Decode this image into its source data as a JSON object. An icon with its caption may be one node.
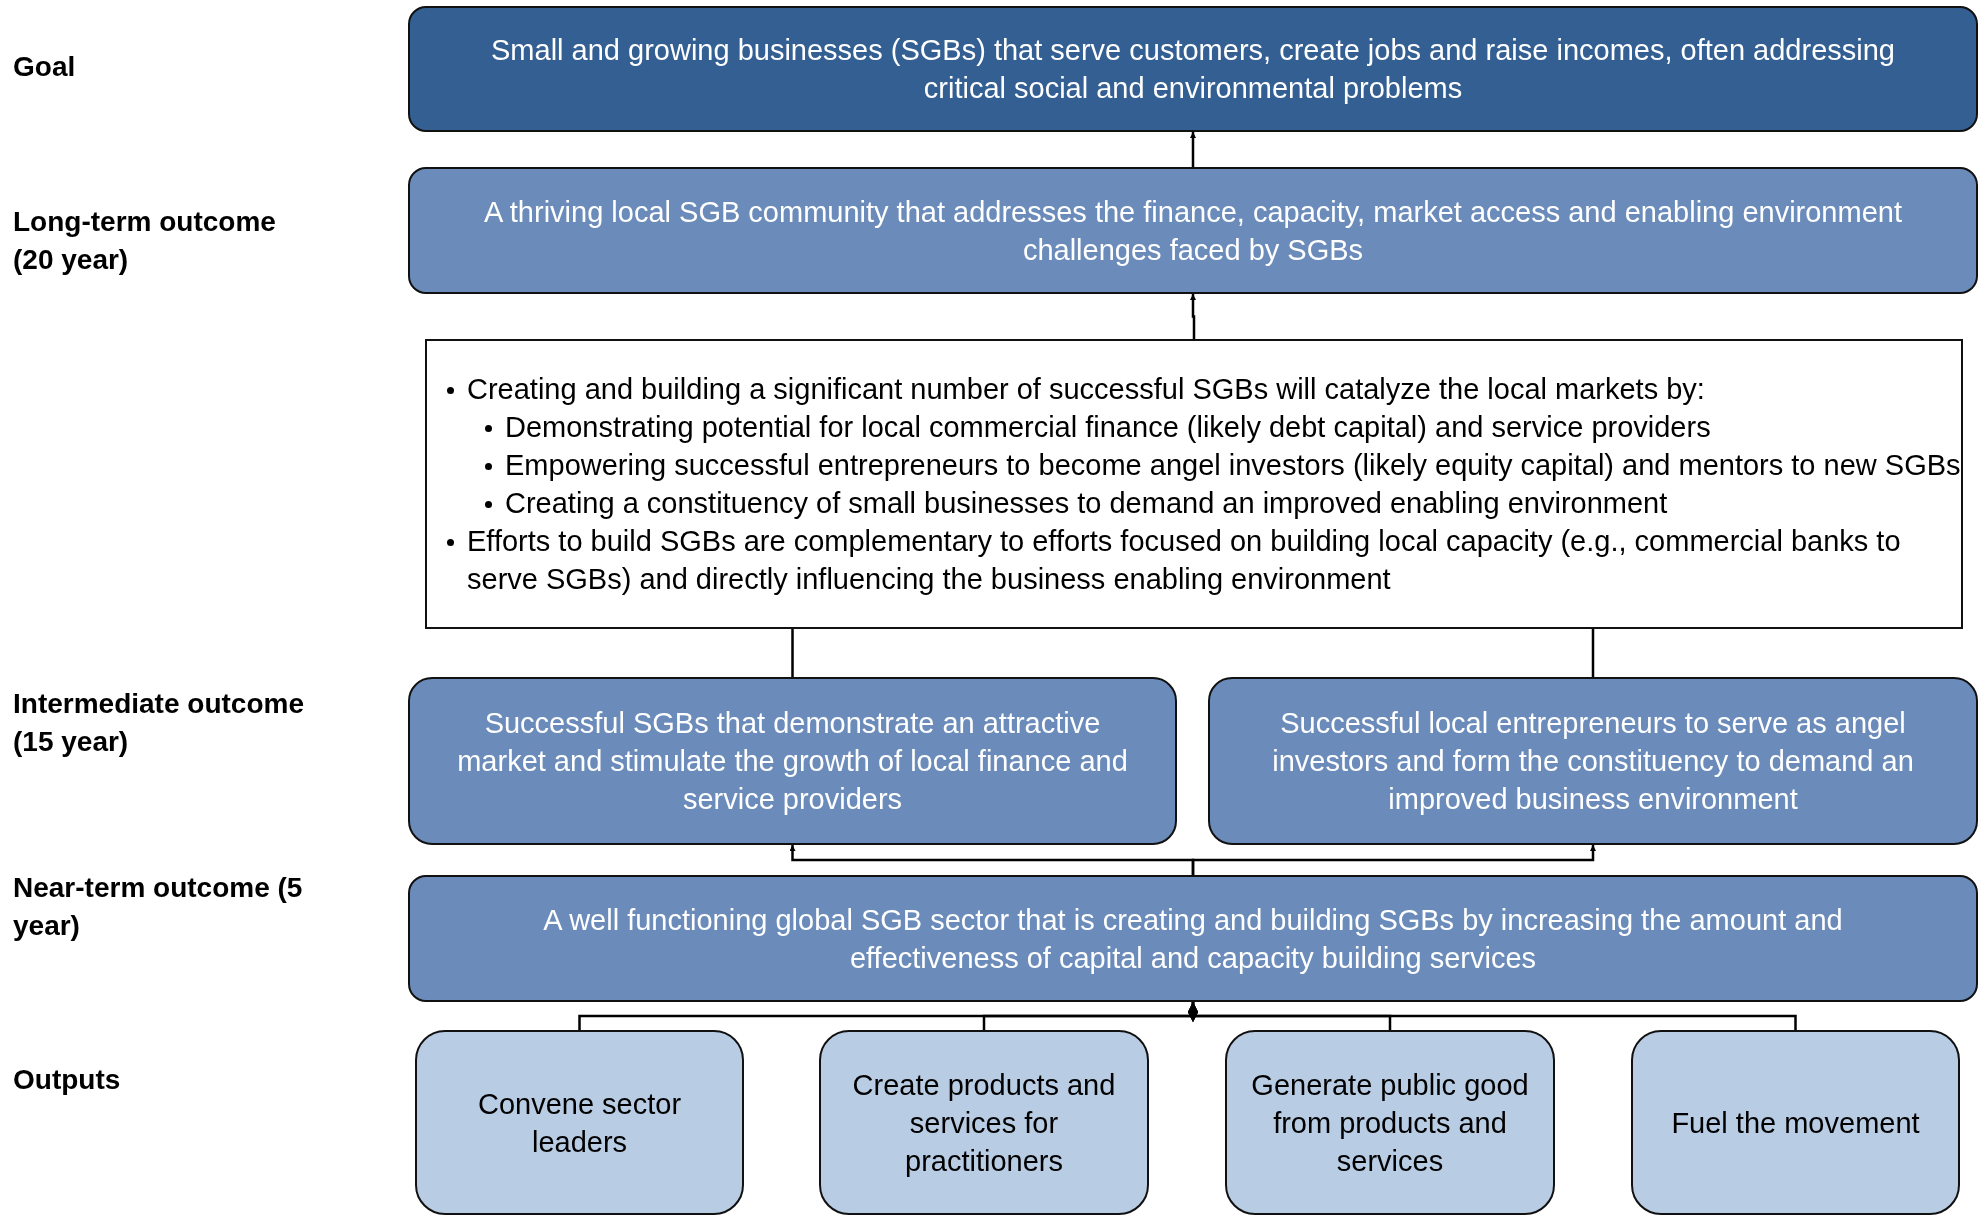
{
  "diagram": {
    "nodes": [
      {
        "text": [
          "Small and growing businesses (SGBs) that serve customers, create jobs and raise incomes, often addressing critical social and environmental problems"
        ]
      },
      {
        "text": [
          "A thriving local SGB community that addresses the finance, capacity, market access and enabling environment challenges faced by SGBs"
        ]
      },
      {
        "text": [
          "Creating and building  a significant number of successful SGBs will catalyze the local markets by:",
          "Demonstrating  potential for local commercial finance (likely debt capital) and service providers",
          "Empowering successful entrepreneurs to become angel investors (likely equity capital) and mentors to new SGBs",
          "Creating a constituency of small businesses to demand an improved enabling environment",
          "Efforts to build SGBs are complementary to efforts focused on building local capacity (e.g., commercial banks to serve SGBs) and directly influencing the  business enabling environment"
        ]
      },
      {
        "text": [
          "Successful SGBs that demonstrate an attractive market and stimulate the growth of local finance and service providers"
        ]
      },
      {
        "text": [
          "Successful local entrepreneurs to serve as angel investors and form the constituency to demand an improved business environment"
        ]
      },
      {
        "text": [
          "A well functioning global SGB sector that is creating and building SGBs by increasing the amount and effectiveness of capital and capacity building services"
        ]
      },
      {
        "text": [
          "Convene sector leaders"
        ]
      },
      {
        "text": [
          "Create products and services for practitioners"
        ]
      },
      {
        "text": [
          "Generate public good from products and services"
        ]
      },
      {
        "text": [
          "Fuel the movement"
        ]
      }
    ],
    "edges": [
      {
        "from": 1,
        "to": 0,
        "arrow": "to"
      },
      {
        "from": 2,
        "to": 1,
        "arrow": "to"
      },
      {
        "from": 3,
        "to": 2,
        "arrow": "none"
      },
      {
        "from": 4,
        "to": 2,
        "arrow": "none"
      },
      {
        "from": 5,
        "to": 3,
        "arrow": "to"
      },
      {
        "from": 5,
        "to": 4,
        "arrow": "to"
      },
      {
        "from": 6,
        "to": 5,
        "arrow": "other"
      },
      {
        "from": 7,
        "to": 5,
        "arrow": "other"
      },
      {
        "from": 8,
        "to": 5,
        "arrow": "other"
      },
      {
        "from": 9,
        "to": 5,
        "arrow": "other"
      }
    ],
    "labels": [
      "Goal",
      "Long-term outcome (20 year)",
      "Intermediate outcome (15 year)",
      "Near-term outcome (5 year)",
      "Outputs"
    ]
  }
}
